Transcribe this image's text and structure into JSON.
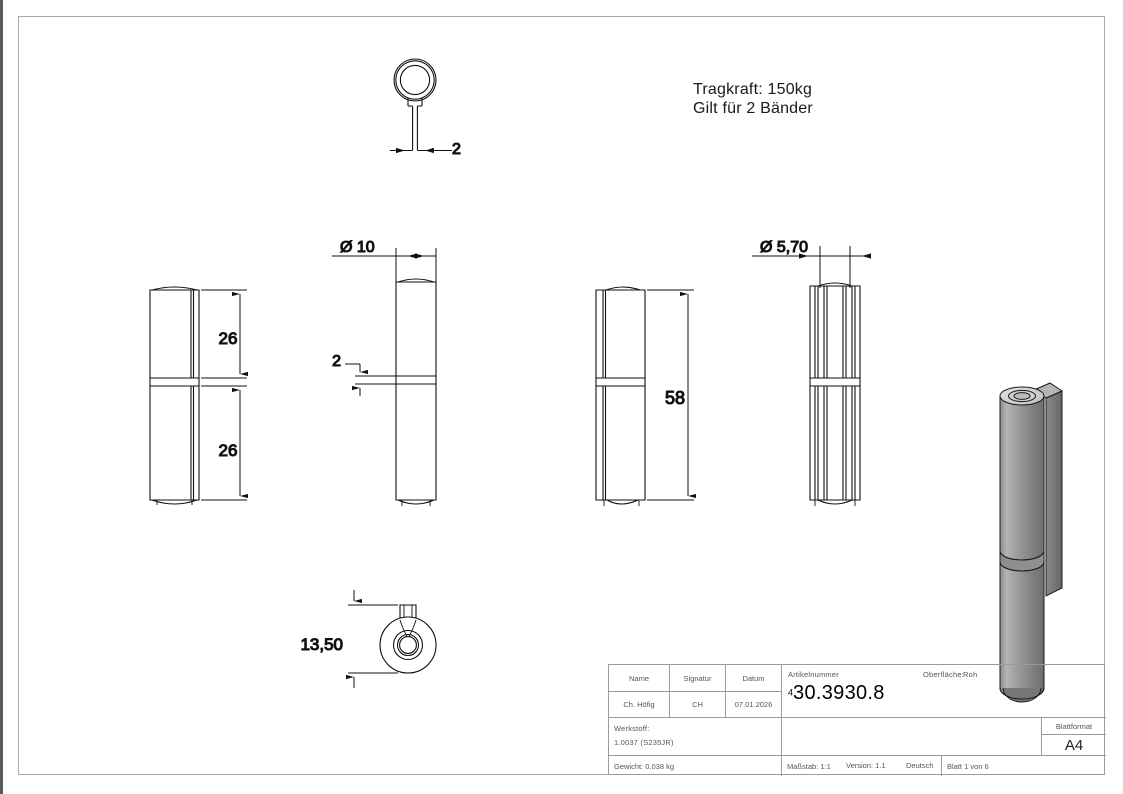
{
  "drawing": {
    "notes": {
      "line1": "Tragkraft: 150kg",
      "line2": "Gilt für 2 Bänder"
    },
    "dimensions": {
      "blade_thickness_top": "2",
      "barrel_diameter": "Ø 10",
      "gap": "2",
      "segment_upper": "26",
      "segment_lower": "26",
      "total_length": "58",
      "bore_diameter": "Ø 5,70",
      "blade_depth": "13,50"
    },
    "views": [
      {
        "name": "side-view-left",
        "label": "26 / 26 segmented elevation"
      },
      {
        "name": "front-view",
        "label": "Ø 10 elevation with 2 mm gap"
      },
      {
        "name": "right-view",
        "label": "58 overall elevation"
      },
      {
        "name": "section-view",
        "label": "Ø 5,70 bore elevation"
      },
      {
        "name": "top-view",
        "label": "plan with blade thickness 2"
      },
      {
        "name": "bottom-view",
        "label": "plan with 13,50 depth"
      },
      {
        "name": "isometric-render",
        "label": "3D shaded hinge"
      }
    ]
  },
  "title_block": {
    "headers": {
      "name": "Name",
      "signatur": "Signatur",
      "datum": "Datum"
    },
    "values": {
      "name": "Ch. Höfig",
      "signatur": "CH",
      "datum": "07.01.2026"
    },
    "article": {
      "label": "Artikelnummer",
      "prefix": "4",
      "number": "30.3930.8"
    },
    "surface": {
      "label": "Oberfläche:",
      "value": "Roh"
    },
    "material": {
      "label": "Werkstoff:",
      "value": "1.0037 (S235JR)"
    },
    "sheet_format": {
      "label": "Blattformat",
      "value": "A4"
    },
    "weight": "Gewicht: 0.038 kg",
    "scale": "Maßstab: 1:1",
    "version": "Version: 1.1",
    "language": "Deutsch",
    "sheet": "Blatt 1 von 6"
  },
  "colors": {
    "line": "#111111",
    "frame": "#a9a9a9",
    "render_light": "#c9c9c9",
    "render_mid": "#9a9a9a",
    "render_dark": "#6f6f6f"
  }
}
